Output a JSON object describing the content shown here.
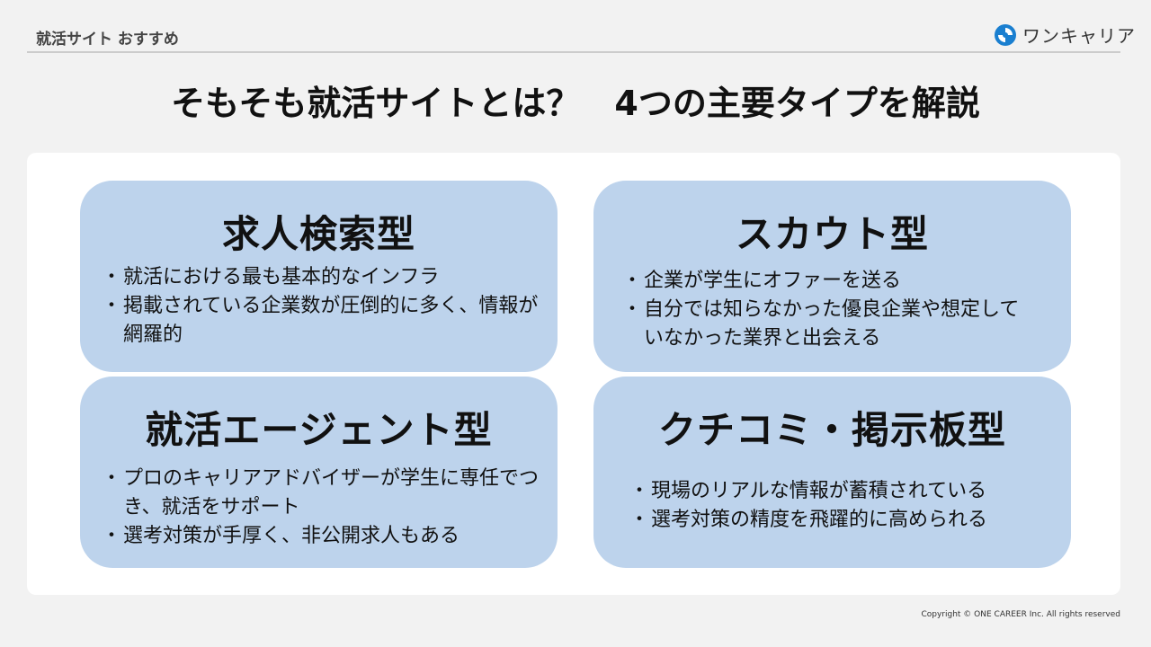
{
  "header": {
    "section": "就活サイト おすすめ",
    "logo_text": "ワンキャリア",
    "logo_color": "#1a7fd0"
  },
  "title": "そもそも就活サイトとは？　4つの主要タイプを解説",
  "cards": [
    {
      "title": "求人検索型",
      "bullets": [
        "就活における最も基本的なインフラ",
        "掲載されている企業数が圧倒的に多く、情報が網羅的"
      ]
    },
    {
      "title": "スカウト型",
      "bullets": [
        "企業が学生にオファーを送る",
        "自分では知らなかった優良企業や想定していなかった業界と出会える"
      ]
    },
    {
      "title": "就活エージェント型",
      "bullets": [
        "プロのキャリアアドバイザーが学生に専任でつき、就活をサポート",
        "選考対策が手厚く、非公開求人もある"
      ]
    },
    {
      "title": "クチコミ・掲示板型",
      "bullets": [
        "現場のリアルな情報が蓄積されている",
        "選考対策の精度を飛躍的に高められる"
      ]
    }
  ],
  "footer": {
    "copyright": "Copyright © ONE CAREER Inc. All rights reserved"
  }
}
